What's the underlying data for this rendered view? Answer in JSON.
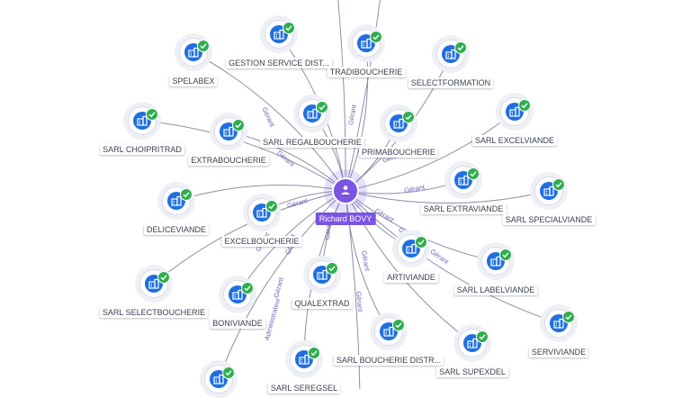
{
  "center": {
    "name": "Richard BOVY",
    "icon": "person-icon",
    "color": "#7b54e2"
  },
  "colors": {
    "company": "#1f6fe0",
    "check": "#2fae4f",
    "edge": "#8a90a8",
    "edge_label": "#6f64b8"
  },
  "companies": [
    {
      "label": "GESTION SERVICE DIST..."
    },
    {
      "label": "TRADIBOUCHERIE"
    },
    {
      "label": "SPELABEX"
    },
    {
      "label": "SELECTFORMATION"
    },
    {
      "label": "SARL REGALBOUCHERIE"
    },
    {
      "label": "SARL CHOIPRITRAD"
    },
    {
      "label": "EXTRABOUCHERIE"
    },
    {
      "label": "PRIMABOUCHERIE"
    },
    {
      "label": "SARL EXCELVIANDE"
    },
    {
      "label": "DELICEVIANDE"
    },
    {
      "label": "SARL EXTRAVIANDE"
    },
    {
      "label": "SARL SPECIALVIANDE"
    },
    {
      "label": "EXCELBOUCHERIE"
    },
    {
      "label": "ARTIVIANDE"
    },
    {
      "label": "SARL LABELVIANDE"
    },
    {
      "label": "QUALEXTRAD"
    },
    {
      "label": "SARL SELECTBOUCHERIE"
    },
    {
      "label": "BONIVIANDE"
    },
    {
      "label": "SARL BOUCHERIE DISTR..."
    },
    {
      "label": "SARL SUPEXDEL"
    },
    {
      "label": "SERVIVIANDE"
    },
    {
      "label": "SARL SEREGSEL"
    },
    {
      "label": ""
    }
  ],
  "edge_labels": [
    "Gérant",
    "Gérant",
    "Gérant",
    "Gérant",
    "Gérant",
    "Gérant",
    "Gérant",
    "Gérant",
    "Gérant",
    "Gérant",
    "Gérant",
    "Gérant",
    "Gérant",
    "Gérant",
    "Gérant",
    "Administrateur"
  ]
}
